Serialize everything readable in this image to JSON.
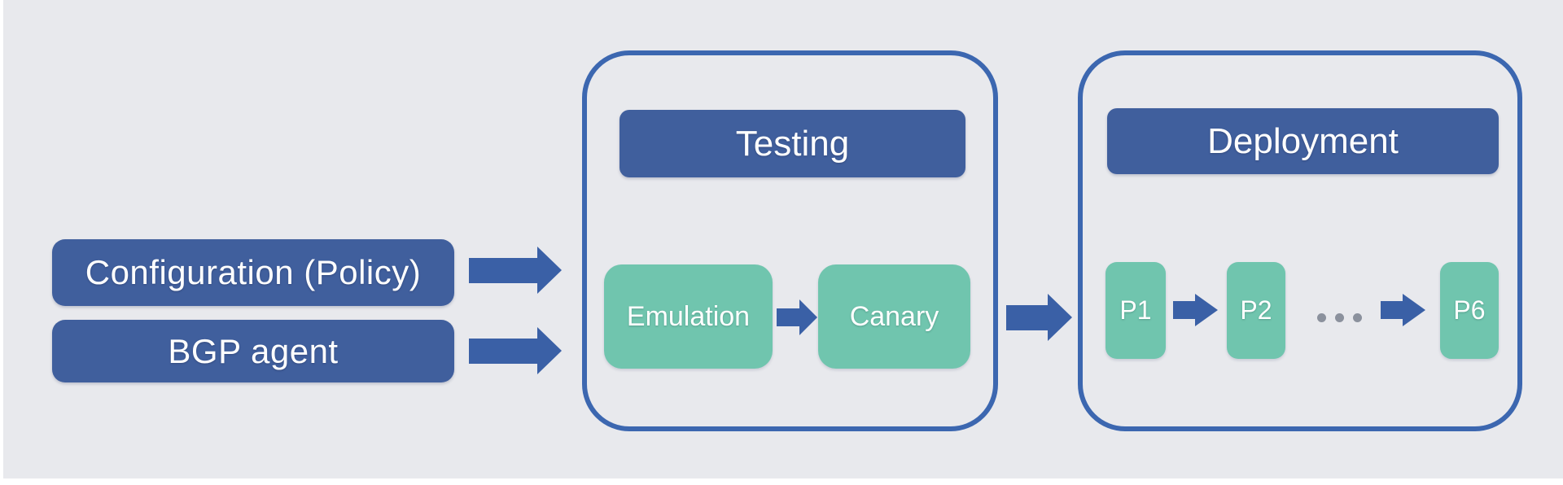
{
  "colors": {
    "background": "#e8e9ed",
    "box_blue": "#405f9d",
    "arrow_blue": "#3a60a6",
    "container_border_blue": "#3c67b0",
    "teal": "#70c5ae",
    "ellipsis_gray": "#8b919d",
    "text": "#ffffff"
  },
  "inputs": [
    {
      "label": "Configuration (Policy)"
    },
    {
      "label": "BGP agent"
    }
  ],
  "testing": {
    "title": "Testing",
    "steps": [
      {
        "label": "Emulation"
      },
      {
        "label": "Canary"
      }
    ]
  },
  "deployment": {
    "title": "Deployment",
    "phases": [
      {
        "label": "P1"
      },
      {
        "label": "P2"
      },
      {
        "label": "P6"
      }
    ],
    "gap_icon": "ellipsis-dots"
  }
}
